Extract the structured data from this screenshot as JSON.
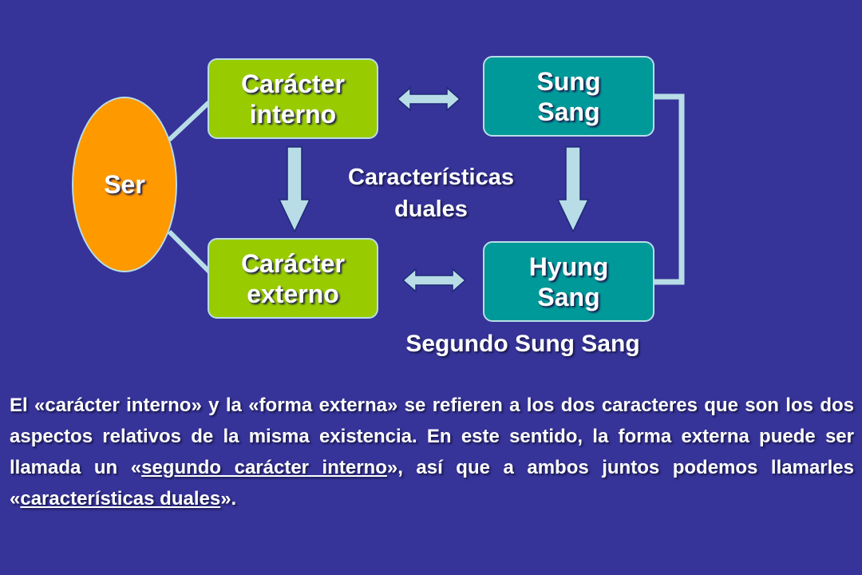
{
  "diagram": {
    "ser": "Ser",
    "caracter_interno": [
      "Carácter",
      "interno"
    ],
    "caracter_externo": [
      "Carácter",
      "externo"
    ],
    "sung_sang": [
      "Sung",
      "Sang"
    ],
    "hyung_sang": [
      "Hyung",
      "Sang"
    ],
    "caracteristicas_duales": [
      "Características",
      "duales"
    ],
    "segundo_sung_sang": "Segundo Sung Sang"
  },
  "paragraph": {
    "part1": "El «carácter interno» y la «forma externa» se refieren a los dos caracteres que son los dos aspectos relativos de la misma existencia. En este sentido, la forma externa puede ser llamada un «",
    "underline1": "segundo carácter interno",
    "part2": "», así que a ambos juntos podemos llamarles «",
    "underline2": "características duales",
    "part3": "»."
  },
  "colors": {
    "background": "#363399",
    "green_box": "#99cc00",
    "teal_box": "#009999",
    "ellipse": "#ff9900",
    "connector": "#b8dde6"
  }
}
